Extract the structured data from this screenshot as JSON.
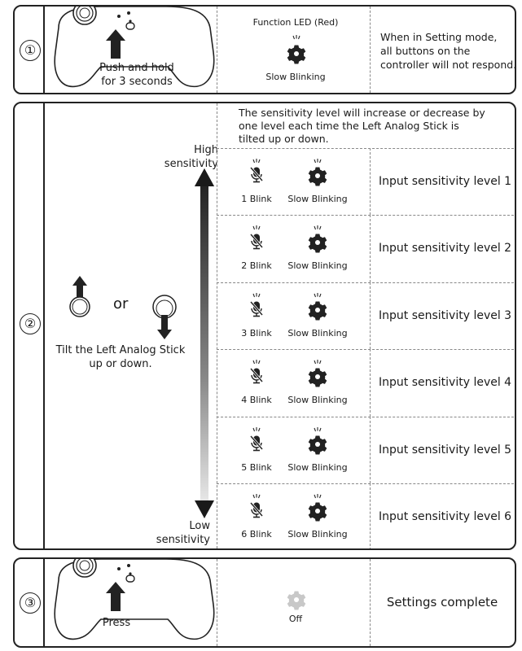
{
  "steps": [
    {
      "number": "①",
      "instruction": "Push and hold\nfor 3 seconds",
      "led_label": "Function LED (Red)",
      "led_state": "Slow Blinking",
      "note": "When in Setting mode,\nall buttons on the\ncontroller will not respond."
    },
    {
      "number": "②",
      "or_label": "or",
      "instruction": "Tilt the Left Analog Stick\nup or down.",
      "high_label": "High\nsensitivity",
      "low_label": "Low\nsensitivity",
      "header_note": "The sensitivity level will increase or decrease by\none level each time the Left Analog Stick is\ntilted up or down.",
      "levels": [
        {
          "blink": "1 Blink",
          "state": "Slow Blinking",
          "label": "Input sensitivity level 1"
        },
        {
          "blink": "2 Blink",
          "state": "Slow Blinking",
          "label": "Input sensitivity level 2"
        },
        {
          "blink": "3 Blink",
          "state": "Slow Blinking",
          "label": "Input sensitivity level 3"
        },
        {
          "blink": "4 Blink",
          "state": "Slow Blinking",
          "label": "Input sensitivity level 4"
        },
        {
          "blink": "5 Blink",
          "state": "Slow Blinking",
          "label": "Input sensitivity level 5"
        },
        {
          "blink": "6 Blink",
          "state": "Slow Blinking",
          "label": "Input sensitivity level 6"
        }
      ]
    },
    {
      "number": "③",
      "instruction": "Press",
      "led_state": "Off",
      "note": "Settings complete"
    }
  ],
  "icons": {
    "gear": "gear-icon",
    "mic_mute": "mic-mute-icon",
    "arrow_up": "arrow-up-icon",
    "stick": "analog-stick-icon",
    "controller": "controller-icon"
  },
  "colors": {
    "border": "#222222",
    "dash": "#888888",
    "off_gear": "#c8c8c8"
  }
}
